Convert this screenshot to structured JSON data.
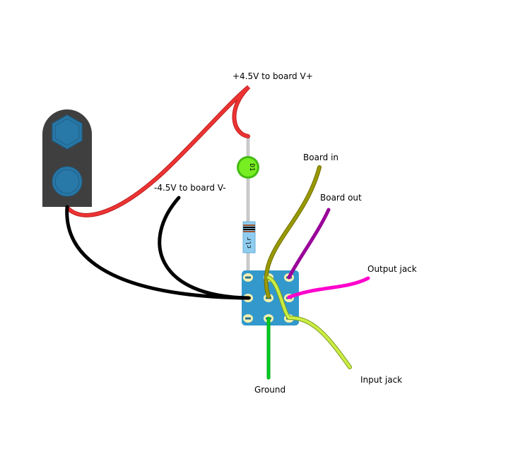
{
  "diagram": {
    "title": "",
    "labels": {
      "v_plus": "+4.5V to board V+",
      "v_minus": "-4.5V to board V-",
      "board_in": "Board in",
      "board_out": "Board out",
      "output_jack": "Output jack",
      "input_jack": "Input jack",
      "ground": "Ground"
    },
    "components": {
      "led": {
        "ref": "D1",
        "color": "#66dd22"
      },
      "resistor": {
        "ref": "clr",
        "color": "#8fcdf0"
      },
      "battery_snap": {
        "body_color": "#3f3f3f",
        "terminal_color": "#2878a8"
      },
      "switch_board": {
        "color": "#3399cc",
        "pad_color": "#f6f2b0"
      }
    },
    "wires": {
      "red": "#ee3333",
      "black": "#000000",
      "olive": "#999900",
      "purple": "#990099",
      "magenta": "#ff00cc",
      "yellow_green": "#ccee44",
      "green": "#00cc22",
      "lead": "#c8c8c8"
    }
  }
}
